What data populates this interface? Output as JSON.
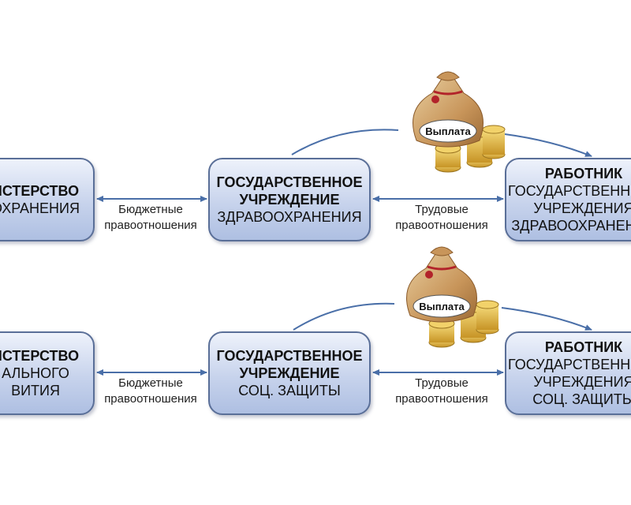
{
  "rows": [
    {
      "left_node": {
        "lines": [
          "ИСТЕРСТВО",
          "ОХРАНЕНИЯ"
        ]
      },
      "mid_node": {
        "title": [
          "ГОСУДАРСТВЕННОЕ",
          "УЧРЕЖДЕНИЕ"
        ],
        "subtitle": "ЗДРАВООХРАНЕНИЯ"
      },
      "right_node": {
        "title": "РАБОТНИК",
        "lines": [
          "ГОСУДАРСТВЕННОГО",
          "УЧРЕЖДЕНИЯ",
          "ЗДРАВООХРАНЕНИЯ"
        ]
      },
      "left_edge": [
        "Бюджетные",
        "правоотношения"
      ],
      "right_edge": [
        "Трудовые",
        "правоотношения"
      ],
      "bag_label": "Выплата"
    },
    {
      "left_node": {
        "lines": [
          "ИСТЕРСТВО",
          "АЛЬНОГО",
          "ВИТИЯ"
        ]
      },
      "mid_node": {
        "title": [
          "ГОСУДАРСТВЕННОЕ",
          "УЧРЕЖДЕНИЕ"
        ],
        "subtitle": "СОЦ. ЗАЩИТЫ"
      },
      "right_node": {
        "title": "РАБОТНИК",
        "lines": [
          "ГОСУДАРСТВЕННОГО",
          "УЧРЕЖДЕНИЯ",
          "СОЦ. ЗАЩИТЫ"
        ]
      },
      "left_edge": [
        "Бюджетные",
        "правоотношения"
      ],
      "right_edge": [
        "Трудовые",
        "правоотношения"
      ],
      "bag_label": "Выплата"
    }
  ],
  "colors": {
    "box_border": "#5a6f98",
    "arrow": "#4a6fa8",
    "coin": "#e0b23a"
  },
  "icons": [
    "money-bag-icon",
    "coin-stack-icon",
    "double-arrow-icon"
  ]
}
